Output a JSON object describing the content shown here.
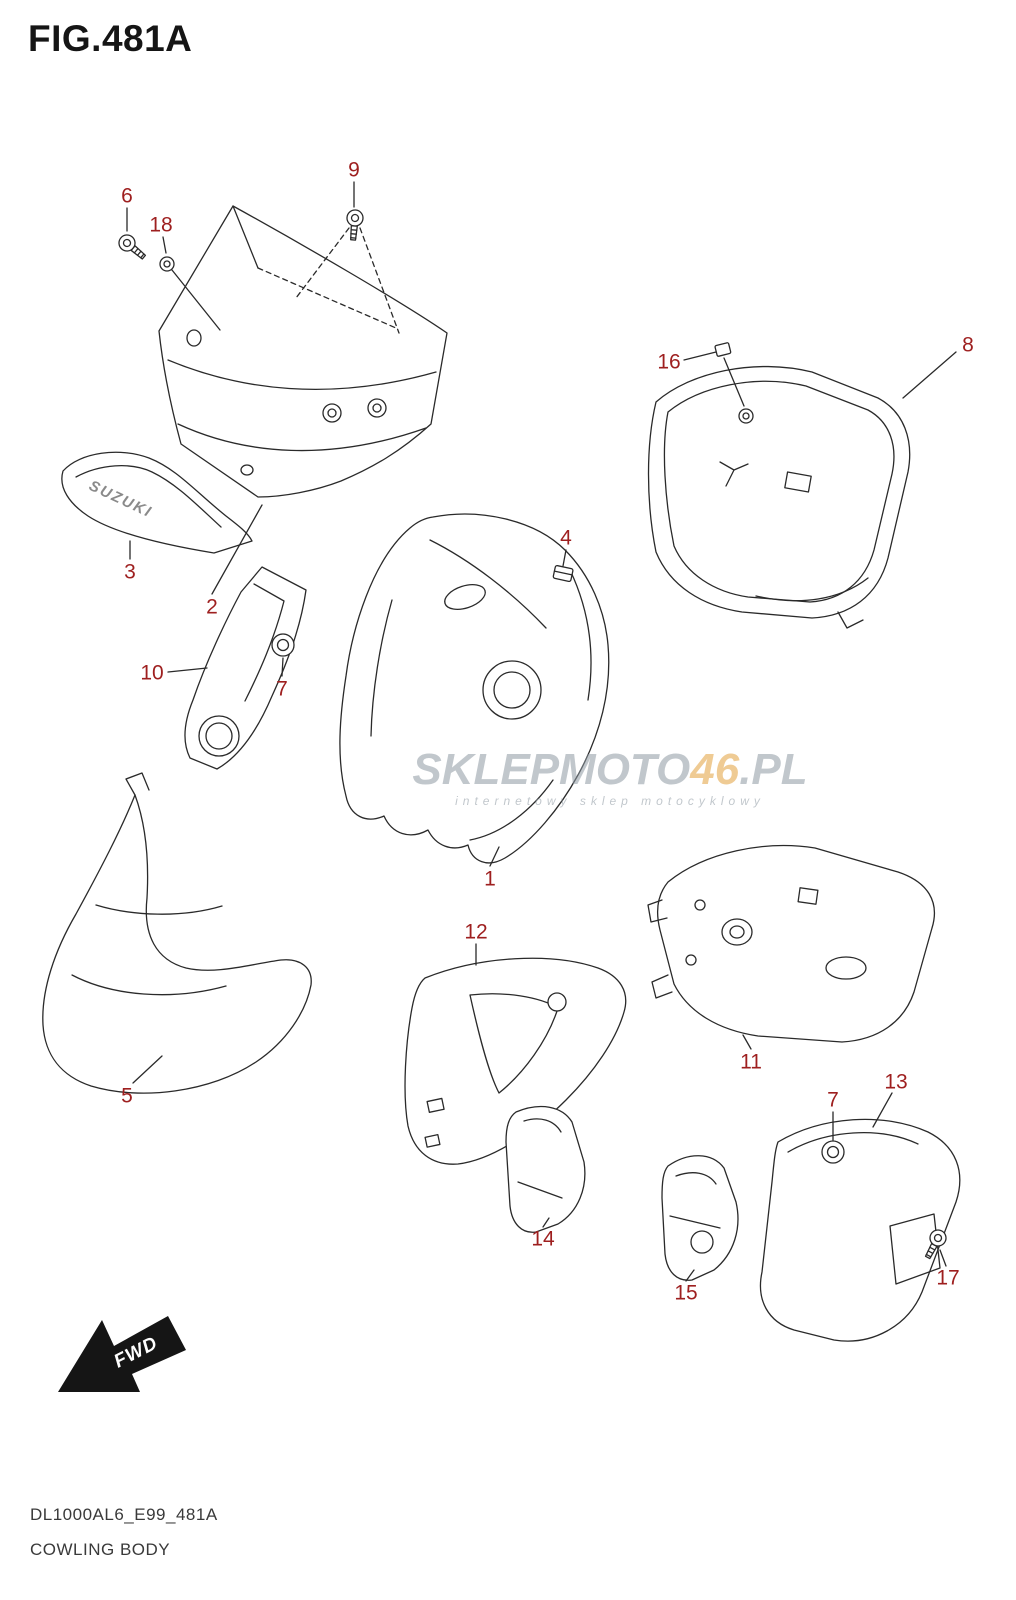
{
  "page": {
    "title": "FIG.481A",
    "footer_code": "DL1000AL6_E99_481A",
    "footer_name": "COWLING BODY"
  },
  "watermark": {
    "part1": "SKLEPMOTO",
    "part2": "46",
    "part3": ".PL",
    "sub": "internetowy sklep motocyklowy"
  },
  "brand_text": "SUZUKI",
  "fwd_label": "FWD",
  "labels": [
    "1",
    "2",
    "3",
    "4",
    "5",
    "6",
    "7",
    "7",
    "8",
    "9",
    "10",
    "11",
    "12",
    "13",
    "14",
    "15",
    "16",
    "17",
    "18"
  ],
  "colors": {
    "label": "#9e1f1f",
    "line": "#2a2a2a",
    "wm_gray": "#8f9aa3",
    "wm_accent": "#e3a13e"
  }
}
